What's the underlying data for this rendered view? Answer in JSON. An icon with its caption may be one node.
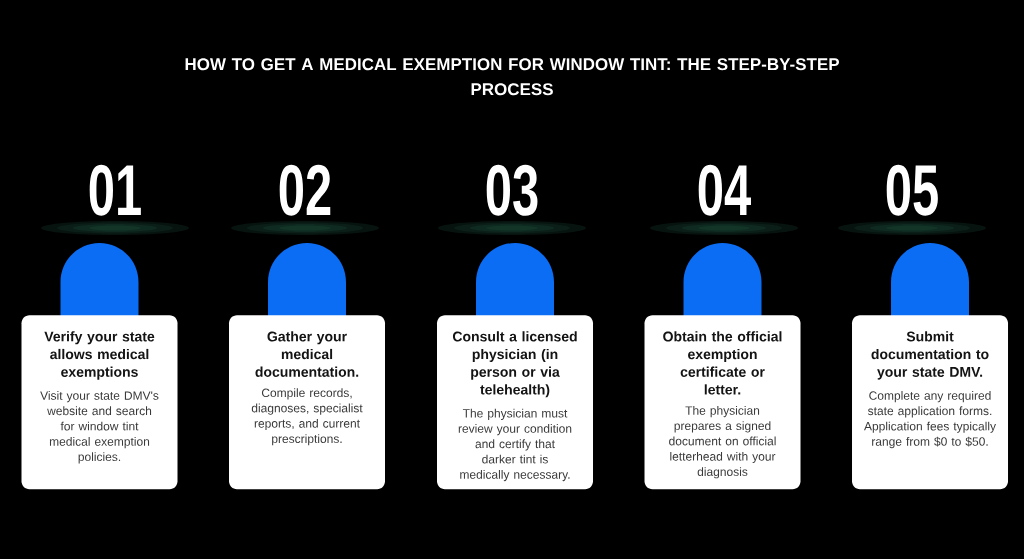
{
  "diagram": {
    "title": "HOW TO GET A MEDICAL EXEMPTION FOR WINDOW TINT: THE STEP-BY-STEP PROCESS",
    "nodes": [
      {
        "text": [
          "Verify your state allows medical exemptions",
          "Visit your state DMV's website and search for window tint medical exemption policies."
        ],
        "beside": [
          "01"
        ]
      },
      {
        "text": [
          "Gather your medical documentation.",
          "Compile records, diagnoses, specialist reports, and current prescriptions."
        ],
        "beside": [
          "02"
        ]
      },
      {
        "text": [
          "Consult a licensed physician (in person or via telehealth)",
          "The physician must review your condition and certify that darker tint is medically necessary."
        ],
        "beside": [
          "03"
        ]
      },
      {
        "text": [
          "Obtain the official exemption certificate or letter.",
          "The physician prepares a signed document on official letterhead with your diagnosis"
        ],
        "beside": [
          "04"
        ]
      },
      {
        "text": [
          "Submit documentation to your state DMV.",
          "Complete any required state application forms. Application fees typically range from $0 to $50."
        ],
        "beside": [
          "05"
        ]
      }
    ]
  }
}
